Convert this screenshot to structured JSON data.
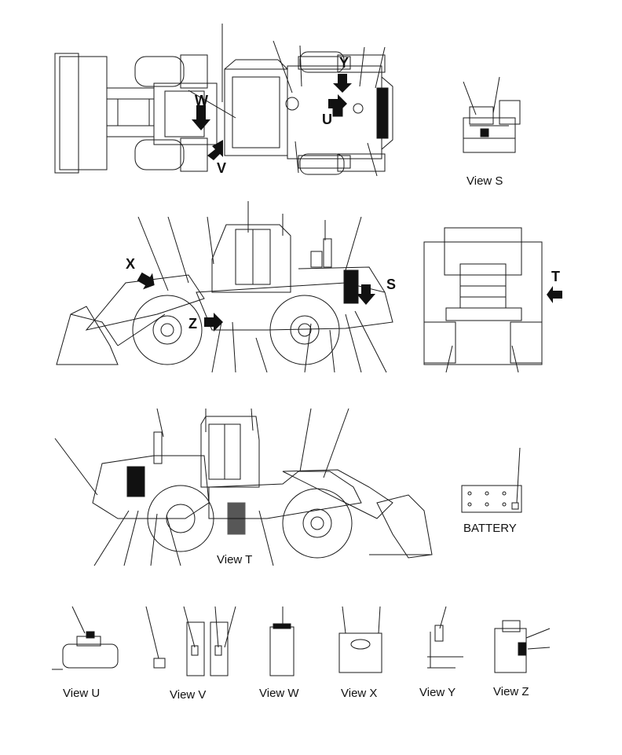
{
  "view_markers": {
    "w": "W",
    "v": "V",
    "y": "Y",
    "u": "U",
    "x": "X",
    "z": "Z",
    "s": "S",
    "t": "T"
  },
  "captions": {
    "view_s": "View S",
    "view_t": "View T",
    "battery": "BATTERY",
    "view_u": "View U",
    "view_v": "View V",
    "view_w": "View W",
    "view_x": "View X",
    "view_y": "View Y",
    "view_z": "View Z"
  },
  "colors": {
    "line": "#1a1a1a",
    "fill_dark": "#111111"
  }
}
